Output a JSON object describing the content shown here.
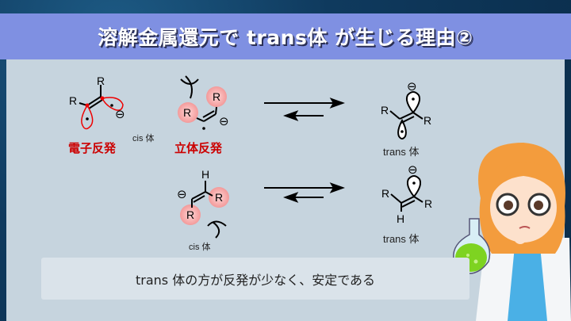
{
  "title": "溶解金属還元で trans体 が生じる理由②",
  "top_left": {
    "cis_label": "cis 体",
    "electronic_label": "電子反発",
    "steric_label": "立体反発",
    "substituent": "R",
    "charge": "⊖"
  },
  "top_right": {
    "trans_label": "trans 体"
  },
  "bottom_left": {
    "cis_label": "cis 体",
    "hydrogen": "H"
  },
  "bottom_right": {
    "trans_label": "trans 体",
    "hydrogen": "H"
  },
  "note": "trans 体の方が反発が少なく、安定である",
  "colors": {
    "accent_red": "#cc0000",
    "title_bar": "#7f90e2",
    "panel": "#c6d4de",
    "flask_liquid": "#7ed321"
  }
}
